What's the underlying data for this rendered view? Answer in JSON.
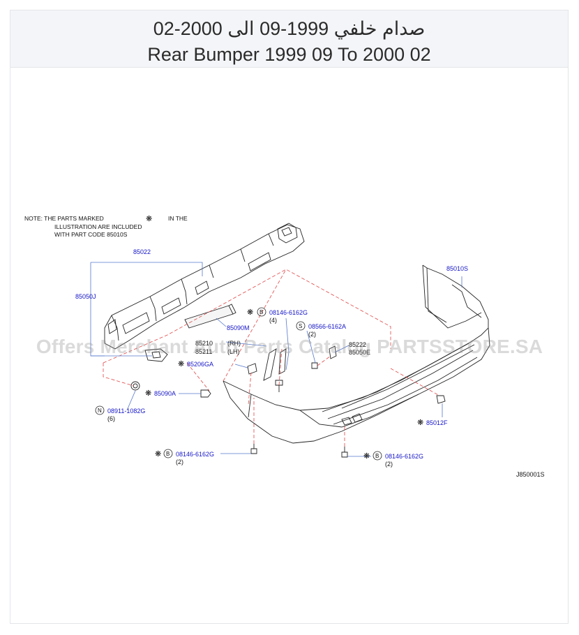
{
  "header": {
    "title_ar": "صدام خلفي 1999-09 الى 2000-02",
    "title_en": "Rear Bumper 1999 09 To 2000 02"
  },
  "note": {
    "line1_a": "NOTE:  THE  PARTS  MARKED",
    "line1_b": "IN  THE",
    "line2": "ILLUSTRATION  ARE  INCLUDED",
    "line3": "WITH  PART  CODE  85010S"
  },
  "parts": {
    "p85022": "85022",
    "p85050J": "85050J",
    "p85090M": "85090M",
    "p85210": "85210",
    "p85211": "85211",
    "p85206GA": "85206GA",
    "p85090A": "85090A",
    "p08911": "08911-1082G",
    "p08146_a": "08146-6162G",
    "p08566": "08566-6162A",
    "p85222": "85222",
    "p85050E": "85050E",
    "p85010S": "85010S",
    "p85012F": "85012F",
    "p08146_b": "08146-6162G",
    "p08146_c": "08146-6162G"
  },
  "qty": {
    "q08146_a": "(4)",
    "q08566": "(2)",
    "q08911": "(6)",
    "q08146_b": "(2)",
    "q08146_c": "(2)"
  },
  "side": {
    "rh": "(RH)",
    "lh": "(LH)"
  },
  "circles": {
    "b": "B",
    "s": "S",
    "n": "N"
  },
  "marker_symbol": "❋",
  "diagram_code": "J850001S",
  "watermark": "Offers Merchant Auto Parts Catalog PARTSSTORE.SA"
}
